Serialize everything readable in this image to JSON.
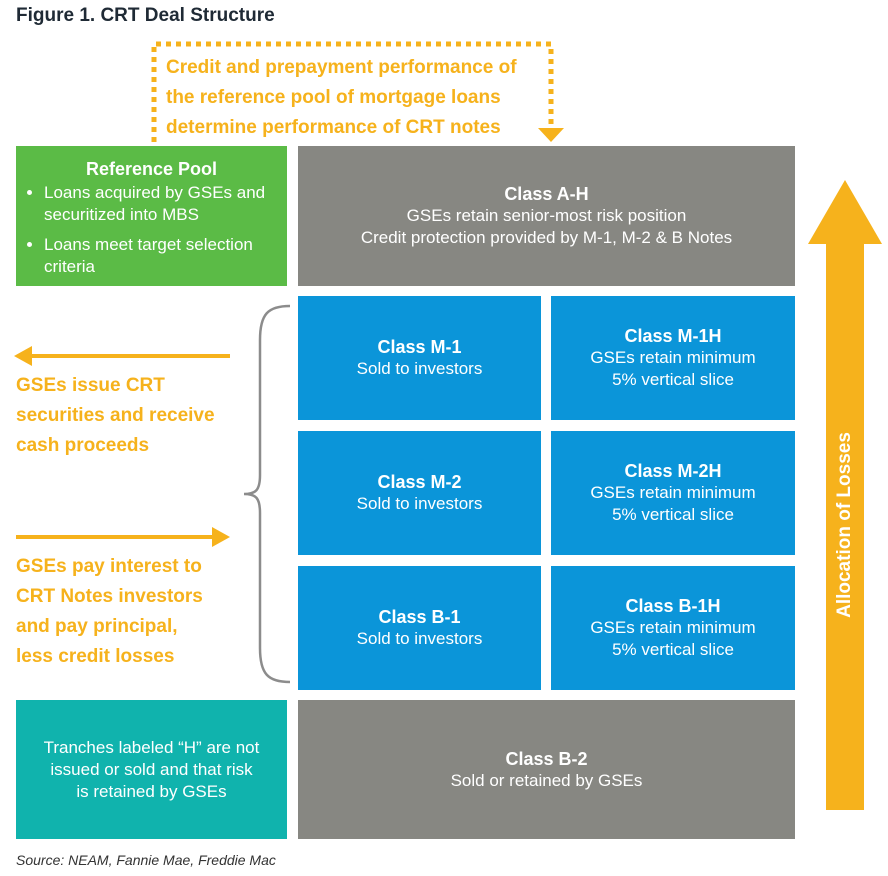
{
  "figure_title": "Figure 1. CRT Deal Structure",
  "top_note": {
    "lines": [
      "Credit and prepayment performance of",
      "the reference pool of mortgage loans",
      "determine performance of CRT notes"
    ]
  },
  "reference_pool": {
    "title": "Reference Pool",
    "bullets": [
      "Loans acquired by GSEs and securitized into MBS",
      "Loans meet target selection criteria"
    ]
  },
  "class_ah": {
    "title": "Class A-H",
    "lines": [
      "GSEs retain senior-most risk position",
      "Credit protection provided by M-1, M-2 & B Notes"
    ]
  },
  "tranches": [
    {
      "title": "Class M-1",
      "lines": [
        "Sold to investors"
      ]
    },
    {
      "title": "Class M-1H",
      "lines": [
        "GSEs retain minimum",
        "5% vertical slice"
      ]
    },
    {
      "title": "Class M-2",
      "lines": [
        "Sold to investors"
      ]
    },
    {
      "title": "Class M-2H",
      "lines": [
        "GSEs retain minimum",
        "5% vertical slice"
      ]
    },
    {
      "title": "Class B-1",
      "lines": [
        "Sold to investors"
      ]
    },
    {
      "title": "Class B-1H",
      "lines": [
        "GSEs retain minimum",
        "5% vertical slice"
      ]
    }
  ],
  "class_b2": {
    "title": "Class B-2",
    "lines": [
      "Sold or retained by GSEs"
    ]
  },
  "h_note": {
    "lines": [
      "Tranches labeled “H” are not",
      "issued or sold and that risk",
      "is retained by GSEs"
    ]
  },
  "left_note_issue": {
    "lines": [
      "GSEs issue CRT",
      "securities and receive",
      "cash proceeds"
    ]
  },
  "left_note_pay": {
    "lines": [
      "GSEs pay interest to",
      "CRT Notes investors",
      "and pay principal,",
      "less credit losses"
    ]
  },
  "allocation_label": "Allocation of Losses",
  "source": "Source: NEAM, Fannie Mae, Freddie Mac",
  "colors": {
    "green": "#5bbb46",
    "grey": "#878782",
    "blue": "#0b95d9",
    "teal": "#10b3ad",
    "orange": "#f6b21c"
  }
}
